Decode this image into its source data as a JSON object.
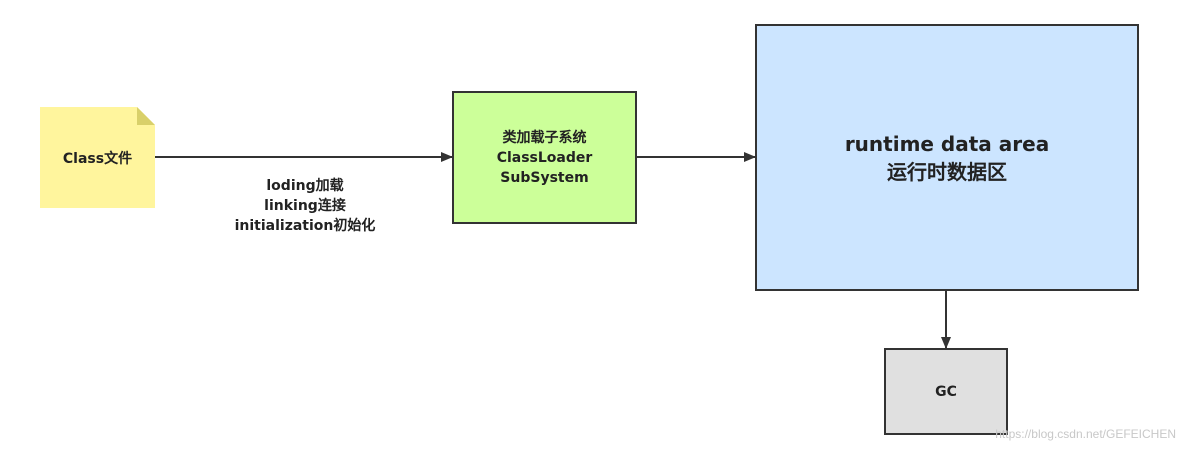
{
  "nodes": {
    "class_file": {
      "label": "Class文件",
      "fill": "#fff59d"
    },
    "class_loader": {
      "lines": [
        "类加载子系统",
        "ClassLoader",
        "SubSystem"
      ],
      "fill": "#ccff99"
    },
    "runtime_area": {
      "lines": [
        "runtime data area",
        "运行时数据区"
      ],
      "fill": "#cce5ff"
    },
    "gc": {
      "label": "GC",
      "fill": "#e0e0e0"
    }
  },
  "edge_labels": {
    "loading_phases": [
      "loding加载",
      "linking连接",
      "initialization初始化"
    ]
  },
  "watermark": "https://blog.csdn.net/GEFEICHEN",
  "colors": {
    "stroke": "#333333",
    "text": "#222222"
  }
}
